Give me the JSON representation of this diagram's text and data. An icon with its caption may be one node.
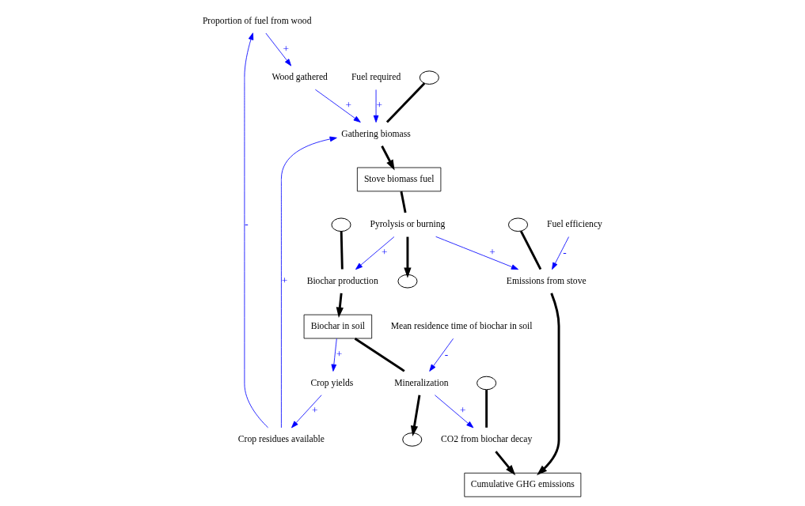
{
  "diagram": {
    "nodes": [
      {
        "text": [
          "Proportion of fuel from wood"
        ]
      },
      {
        "text": [
          "Wood gathered"
        ]
      },
      {
        "text": [
          "Fuel required"
        ]
      },
      {
        "text": [
          "Crop residues available"
        ]
      },
      {
        "text": [],
        "shape": "cloud"
      },
      {
        "text": [
          "Gathering biomass"
        ]
      },
      {
        "text": [
          "Stove biomass fuel"
        ]
      },
      {
        "text": [
          "Pyrolysis or burning"
        ]
      },
      {
        "text": [],
        "shape": "cloud"
      },
      {
        "text": [
          "Fuel efficiency"
        ]
      },
      {
        "text": [],
        "shape": "cloud"
      },
      {
        "text": [
          "Biochar production"
        ]
      },
      {
        "text": [
          "Crop yields"
        ]
      },
      {
        "text": [],
        "shape": "cloud"
      },
      {
        "text": [
          "Emissions from stove"
        ]
      },
      {
        "text": [
          "Biochar in soil"
        ]
      },
      {
        "text": [
          "Mineralization"
        ]
      },
      {
        "text": [],
        "shape": "cloud"
      },
      {
        "text": [],
        "shape": "cloud"
      },
      {
        "text": [
          "CO2 from biochar decay"
        ]
      },
      {
        "text": [
          "Cumulative GHG emissions"
        ]
      },
      {
        "text": [
          "Mean residence time of biochar in soil"
        ]
      }
    ],
    "edges": [
      {
        "from": 0,
        "to": 1,
        "arrow": "to",
        "label": "+"
      },
      {
        "from": 3,
        "to": 0,
        "arrow": "to",
        "label": "-"
      },
      {
        "from": 1,
        "to": 5,
        "arrow": "to",
        "label": "+"
      },
      {
        "from": 3,
        "to": 5,
        "arrow": "to",
        "label": "+"
      },
      {
        "from": 2,
        "to": 5,
        "arrow": "to",
        "label": "+"
      },
      {
        "from": 4,
        "to": 5,
        "arrow": "none",
        "style": "thick",
        "color": "#000000"
      },
      {
        "from": 5,
        "to": 6,
        "arrow": "to",
        "style": "thick",
        "color": "#000000"
      },
      {
        "from": 6,
        "to": 7,
        "arrow": "none",
        "style": "thick",
        "color": "#000000"
      },
      {
        "from": 7,
        "to": 8,
        "arrow": "to",
        "style": "thick",
        "color": "#000000"
      },
      {
        "from": 7,
        "to": 11,
        "arrow": "to",
        "label": "+"
      },
      {
        "from": 7,
        "to": 14,
        "arrow": "to",
        "label": "+"
      },
      {
        "from": 9,
        "to": 14,
        "arrow": "to",
        "label": "-"
      },
      {
        "from": 10,
        "to": 11,
        "arrow": "none",
        "style": "thick",
        "color": "#000000"
      },
      {
        "from": 11,
        "to": 15,
        "arrow": "to",
        "style": "thick",
        "color": "#000000"
      },
      {
        "from": 13,
        "to": 14,
        "arrow": "none",
        "style": "thick",
        "color": "#000000"
      },
      {
        "from": 14,
        "to": 20,
        "arrow": "to",
        "style": "thick",
        "color": "#000000"
      },
      {
        "from": 15,
        "to": 12,
        "arrow": "to",
        "label": "+"
      },
      {
        "from": 12,
        "to": 3,
        "arrow": "to",
        "label": "+"
      },
      {
        "from": 15,
        "to": 16,
        "arrow": "none",
        "style": "thick",
        "color": "#000000"
      },
      {
        "from": 16,
        "to": 17,
        "arrow": "to",
        "style": "thick",
        "color": "#000000"
      },
      {
        "from": 16,
        "to": 19,
        "arrow": "to",
        "label": "+"
      },
      {
        "from": 18,
        "to": 19,
        "arrow": "none",
        "style": "thick",
        "color": "#000000"
      },
      {
        "from": 19,
        "to": 20,
        "arrow": "to",
        "style": "thick",
        "color": "#000000"
      },
      {
        "from": 21,
        "to": 16,
        "arrow": "to",
        "label": "-"
      }
    ]
  }
}
